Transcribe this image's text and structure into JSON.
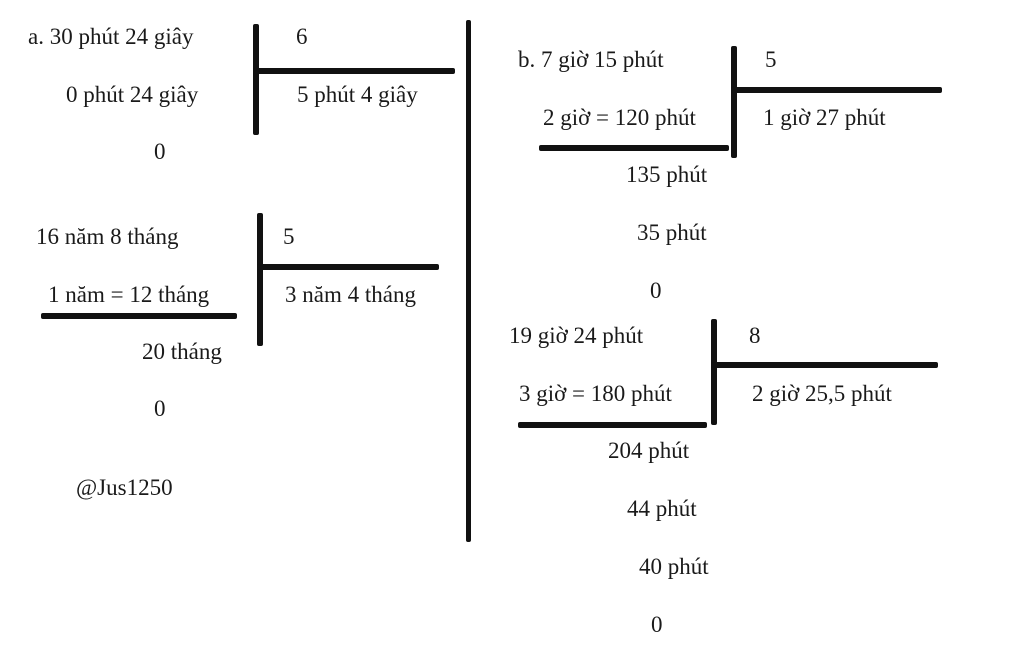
{
  "part_a": {
    "problem1": {
      "dividend": "a. 30 phút 24 giây",
      "divisor": "6",
      "remainder1": "0 phút 24 giây",
      "quotient": "5 phút 4 giây",
      "remainder2": "0"
    },
    "problem2": {
      "dividend": "16 năm 8 tháng",
      "divisor": "5",
      "conversion": "1 năm = 12 tháng",
      "quotient": "3 năm 4 tháng",
      "remainder1": "20 tháng",
      "remainder2": "0"
    },
    "watermark": "@Jus1250"
  },
  "part_b": {
    "problem1": {
      "dividend": "b. 7 giờ 15 phút",
      "divisor": "5",
      "conversion": "2 giờ = 120 phút",
      "quotient": "1 giờ 27 phút",
      "step1": "135 phút",
      "step2": "35 phút",
      "step3": "0"
    },
    "problem2": {
      "dividend": "19 giờ 24 phút",
      "divisor": "8",
      "conversion": "3 giờ = 180 phút",
      "quotient": "2 giờ 25,5 phút",
      "step1": "204 phút",
      "step2": "44 phút",
      "step3": "40 phút",
      "step4": "0"
    }
  }
}
